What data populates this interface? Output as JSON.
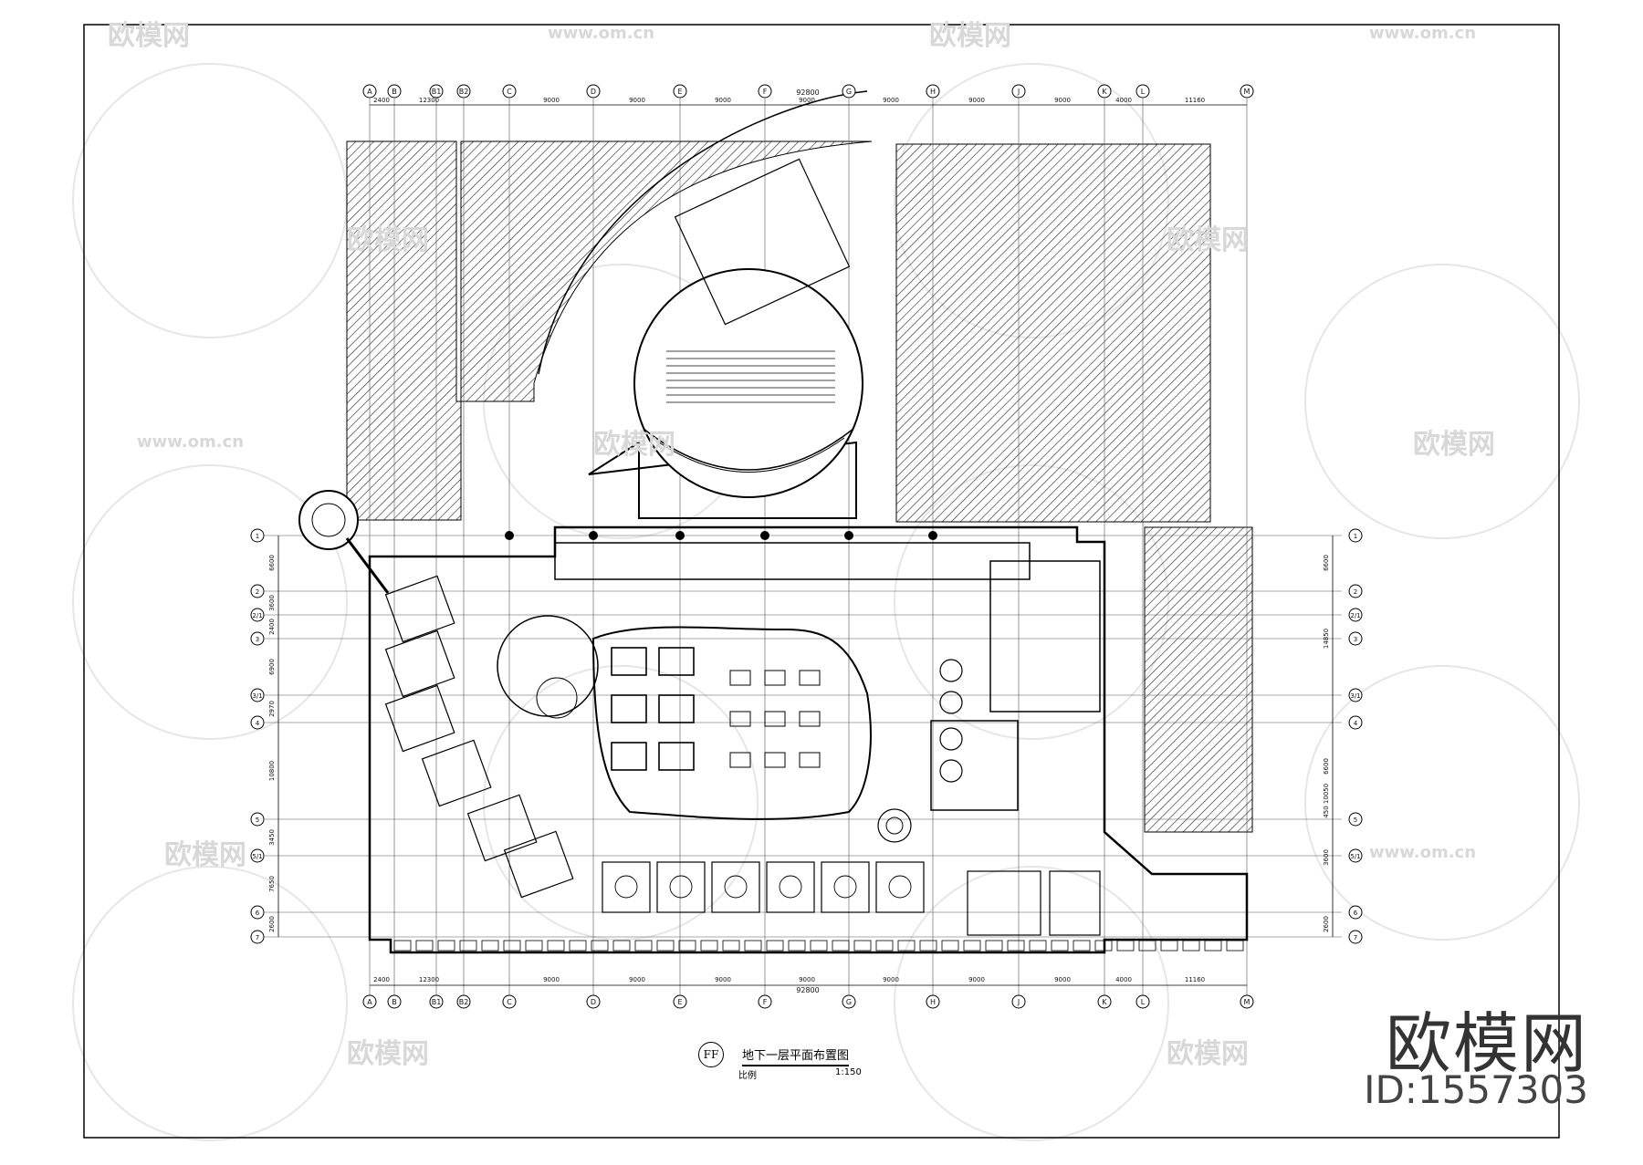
{
  "drawing": {
    "title": "地下一层平面布置图",
    "scale_label": "比例",
    "scale": "1:150",
    "sheet_mark": "FF"
  },
  "grid": {
    "columns": [
      "A",
      "B",
      "B1",
      "B2",
      "C",
      "D",
      "E",
      "F",
      "G",
      "H",
      "J",
      "K",
      "L",
      "M"
    ],
    "rows": [
      "1",
      "2",
      "2/1",
      "3",
      "3/1",
      "4",
      "5",
      "5/1",
      "6",
      "7"
    ],
    "top_dims": [
      "2400",
      "12300",
      "9000",
      "9000",
      "9000",
      "9000",
      "9000",
      "9000",
      "9000",
      "4000",
      "11160"
    ],
    "bottom_dims": [
      "2400",
      "12300",
      "9000",
      "9000",
      "9000",
      "9000",
      "9000",
      "9000",
      "9000",
      "4000",
      "11160"
    ],
    "overall_dim": "92800",
    "left_dims": [
      "6600",
      "3600",
      "2400",
      "6900",
      "2970",
      "10800",
      "3450",
      "7650",
      "2600"
    ],
    "right_dims": [
      "6600",
      "14850",
      "6600",
      "10050",
      "450",
      "3600",
      "2600"
    ]
  },
  "watermark": {
    "brand": "欧模网",
    "id": "ID:1557303",
    "small_brand": "欧模网",
    "url": "www.om.cn"
  }
}
